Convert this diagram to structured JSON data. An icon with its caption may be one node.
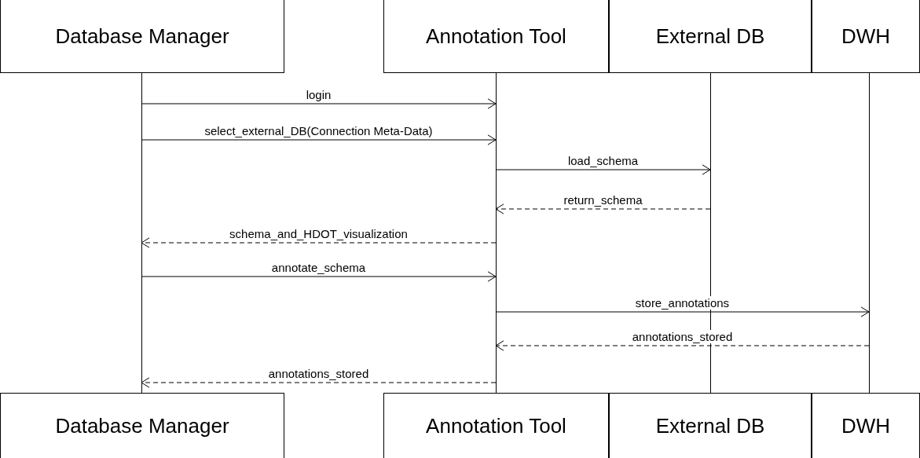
{
  "diagram": {
    "nodes": [
      {
        "text": [
          "Database Manager"
        ]
      },
      {
        "text": [
          "Annotation Tool"
        ]
      },
      {
        "text": [
          "External DB"
        ]
      },
      {
        "text": [
          "DWH"
        ]
      },
      {
        "text": [],
        "shape": "line"
      },
      {
        "text": [],
        "shape": "line"
      },
      {
        "text": [],
        "shape": "line"
      },
      {
        "text": [],
        "shape": "line"
      },
      {
        "text": [
          "Database Manager"
        ]
      },
      {
        "text": [
          "Annotation Tool"
        ]
      },
      {
        "text": [
          "External DB"
        ]
      },
      {
        "text": [
          "DWH"
        ]
      }
    ],
    "edges": [
      {
        "from": 4,
        "to": 5,
        "arrow": "to",
        "label": "login"
      },
      {
        "from": 4,
        "to": 5,
        "arrow": "to",
        "label": "select_external_DB(Connection Meta-Data)"
      },
      {
        "from": 5,
        "to": 6,
        "arrow": "to",
        "label": "load_schema"
      },
      {
        "from": 6,
        "to": 5,
        "arrow": "to",
        "label": "return_schema",
        "style": "dashed"
      },
      {
        "from": 5,
        "to": 4,
        "arrow": "to",
        "label": "schema_and_HDOT_visualization",
        "style": "dashed"
      },
      {
        "from": 4,
        "to": 5,
        "arrow": "to",
        "label": "annotate_schema"
      },
      {
        "from": 5,
        "to": 7,
        "arrow": "to",
        "label": "store_annotations"
      },
      {
        "from": 7,
        "to": 5,
        "arrow": "to",
        "label": "annotations_stored",
        "style": "dashed"
      },
      {
        "from": 5,
        "to": 4,
        "arrow": "to",
        "label": "annotations_stored",
        "style": "dashed"
      }
    ]
  }
}
